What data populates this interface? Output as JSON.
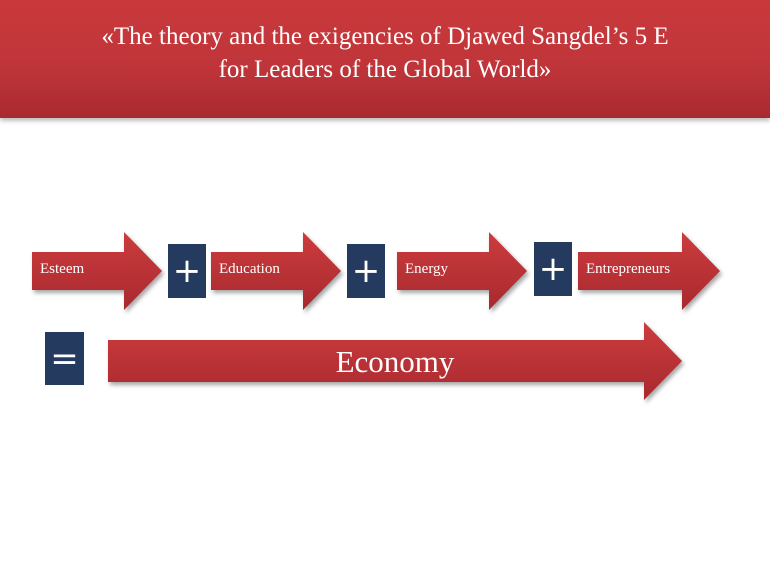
{
  "header": {
    "title_line1": "«The theory and the exigencies of Djawed Sangdel’s 5 E",
    "title_line2": "for Leaders of the Global World»"
  },
  "diagram": {
    "terms": [
      "Esteem",
      "Education",
      "Energy",
      "Entrepreneurs"
    ],
    "operators": [
      "+",
      "+",
      "+"
    ],
    "equals": "=",
    "result": "Economy"
  },
  "colors": {
    "banner": "#c0353a",
    "arrow": "#c0353a",
    "operator_box": "#243a5e",
    "text_on_fill": "#ffffff"
  }
}
